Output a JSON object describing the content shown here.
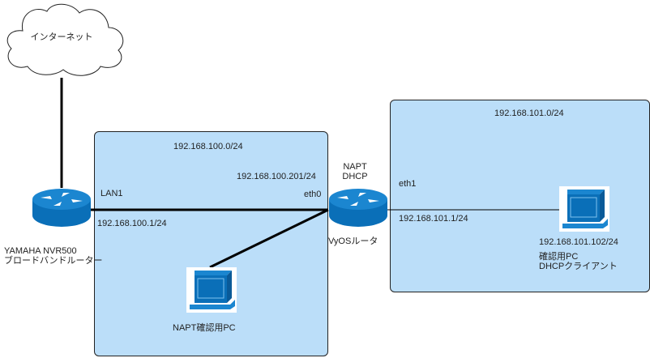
{
  "diagram": {
    "internet": {
      "label": "インターネット"
    },
    "lan_100": {
      "subnet": "192.168.100.0/24"
    },
    "lan_101": {
      "subnet": "192.168.101.0/24"
    },
    "yamaha_router": {
      "name": "YAMAHA NVR500",
      "role": "ブロードバンドルーター",
      "port": "LAN1",
      "ip": "192.168.100.1/24"
    },
    "vyos_router": {
      "name": "VyOSルータ",
      "services": [
        "NAPT",
        "DHCP"
      ],
      "eth0_label": "eth0",
      "eth0_ip": "192.168.100.201/24",
      "eth1_label": "eth1",
      "eth1_ip": "192.168.101.1/24"
    },
    "napt_pc": {
      "label": "NAPT確認用PC"
    },
    "dhcp_pc": {
      "ip": "192.168.101.102/24",
      "label_line1": "確認用PC",
      "label_line2": "DHCPクライアント"
    },
    "colors": {
      "network_fill": "#bbdef9",
      "device_blue": "#0a6fb8",
      "line": "#000000"
    }
  }
}
